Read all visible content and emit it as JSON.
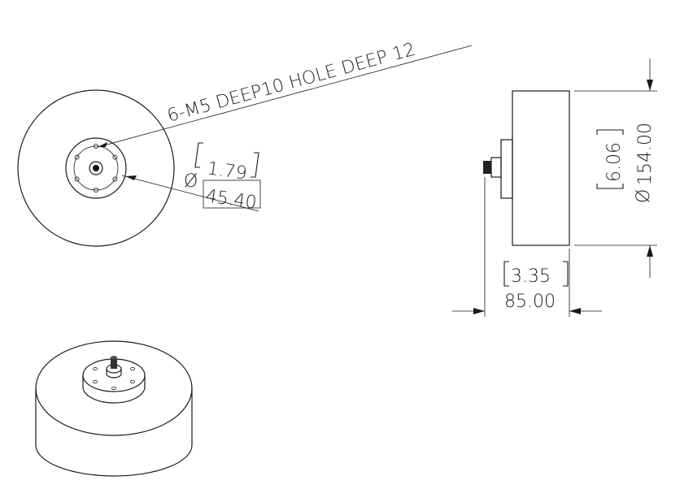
{
  "annotations": {
    "hole_note": "6-M5 DEEP10 HOLE DEEP 12",
    "front_alt_dim": "1.79",
    "front_main_dim": "45.40",
    "front_diameter_symbol": "Ø",
    "side_alt_dim": "6.06",
    "side_main_dim": "154.00",
    "side_diameter_symbol": "Ø",
    "length_alt_dim": "3.35",
    "length_main_dim": "85.00"
  }
}
